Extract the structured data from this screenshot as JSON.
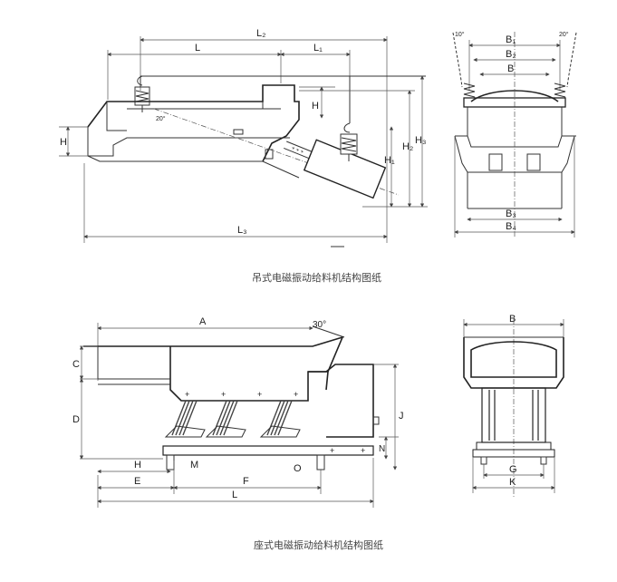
{
  "captions": {
    "hanging": "吊式电磁振动给料机结构图纸",
    "seated": "座式电磁振动给料机结构图纸"
  },
  "hanging_side": {
    "dim_L2": "L₂",
    "dim_L": "L",
    "dim_L1": "L₁",
    "dim_L3": "L₃",
    "dim_H_left": "H",
    "dim_H_mid": "H",
    "dim_H1": "H₁",
    "dim_H2": "H₂",
    "dim_H3": "H₃",
    "angle": "20°"
  },
  "hanging_end": {
    "dim_B1": "B₁",
    "dim_B2": "B₂",
    "dim_B": "B",
    "dim_B3": "B₃",
    "dim_B4": "B₄",
    "angle_left": "10°",
    "angle_right": "20°"
  },
  "seated_side": {
    "dim_A": "A",
    "angle": "30°",
    "dim_C": "C",
    "dim_D": "D",
    "dim_H": "H",
    "dim_M": "M",
    "dim_E": "E",
    "dim_F": "F",
    "dim_O": "O",
    "dim_L": "L",
    "dim_J": "J",
    "dim_N": "N"
  },
  "seated_end": {
    "dim_B": "B",
    "dim_G": "G",
    "dim_K": "K"
  },
  "icons": {
    "spring": "spring-hanger-icon",
    "hook": "hook-icon",
    "support": "spring-support-icon"
  }
}
